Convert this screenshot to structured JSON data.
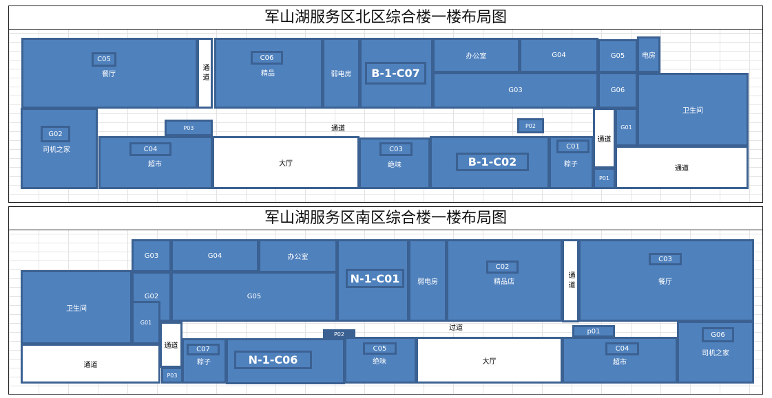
{
  "north": {
    "title": "军山湖服务区北区综合楼一楼布局图",
    "rooms": {
      "c05": {
        "code": "C05",
        "name": "餐厅"
      },
      "aisle_v1": {
        "name": "通道"
      },
      "c06": {
        "code": "C06",
        "name": "精品"
      },
      "weak_room": {
        "name": "弱电房"
      },
      "c07": {
        "code": "B-1-C07"
      },
      "office": {
        "name": "办公室"
      },
      "g04": {
        "name": "G04"
      },
      "g05": {
        "name": "G05"
      },
      "power_room": {
        "name": "电房"
      },
      "g03": {
        "name": "G03"
      },
      "g06": {
        "name": "G06"
      },
      "toilet": {
        "name": "卫生间"
      },
      "g02": {
        "code": "G02",
        "name": "司机之家"
      },
      "corridor": {
        "name": "通道"
      },
      "p03": {
        "name": "P03"
      },
      "c04": {
        "code": "C04",
        "name": "超市"
      },
      "hall": {
        "name": "大厅"
      },
      "c03": {
        "code": "C03",
        "name": "绝味"
      },
      "c02": {
        "code": "B-1-C02"
      },
      "c01": {
        "code": "C01",
        "name": "粽子"
      },
      "p02": {
        "name": "P02"
      },
      "aisle_v2": {
        "name": "通道"
      },
      "p01": {
        "name": "P01"
      },
      "g01": {
        "name": "G01"
      },
      "aisle_se": {
        "name": "通道"
      }
    }
  },
  "south": {
    "title": "军山湖服务区南区综合楼一楼布局图",
    "rooms": {
      "g03": {
        "name": "G03"
      },
      "g04": {
        "name": "G04"
      },
      "office": {
        "name": "办公室"
      },
      "c01": {
        "code": "N-1-C01"
      },
      "weak_room": {
        "name": "弱电房"
      },
      "c02": {
        "code": "C02",
        "name": "精品店"
      },
      "aisle_v1": {
        "name": "通道"
      },
      "c03": {
        "code": "C03",
        "name": "餐厅"
      },
      "toilet": {
        "name": "卫生间"
      },
      "g02": {
        "name": "G02"
      },
      "g05": {
        "name": "G05"
      },
      "g01": {
        "name": "G01"
      },
      "aisle_v2": {
        "name": "通道"
      },
      "aisle_sw": {
        "name": "通道"
      },
      "p03": {
        "name": "P03"
      },
      "c07": {
        "code": "C07",
        "name": "粽子"
      },
      "c06": {
        "code": "N-1-C06"
      },
      "p02": {
        "name": "P02"
      },
      "c05": {
        "code": "C05",
        "name": "绝味"
      },
      "hall": {
        "name": "大厅"
      },
      "corridor": {
        "name": "过道"
      },
      "p01": {
        "name": "p01"
      },
      "c04": {
        "code": "C04",
        "name": "超市"
      },
      "g06": {
        "code": "G06",
        "name": "司机之家"
      }
    }
  }
}
